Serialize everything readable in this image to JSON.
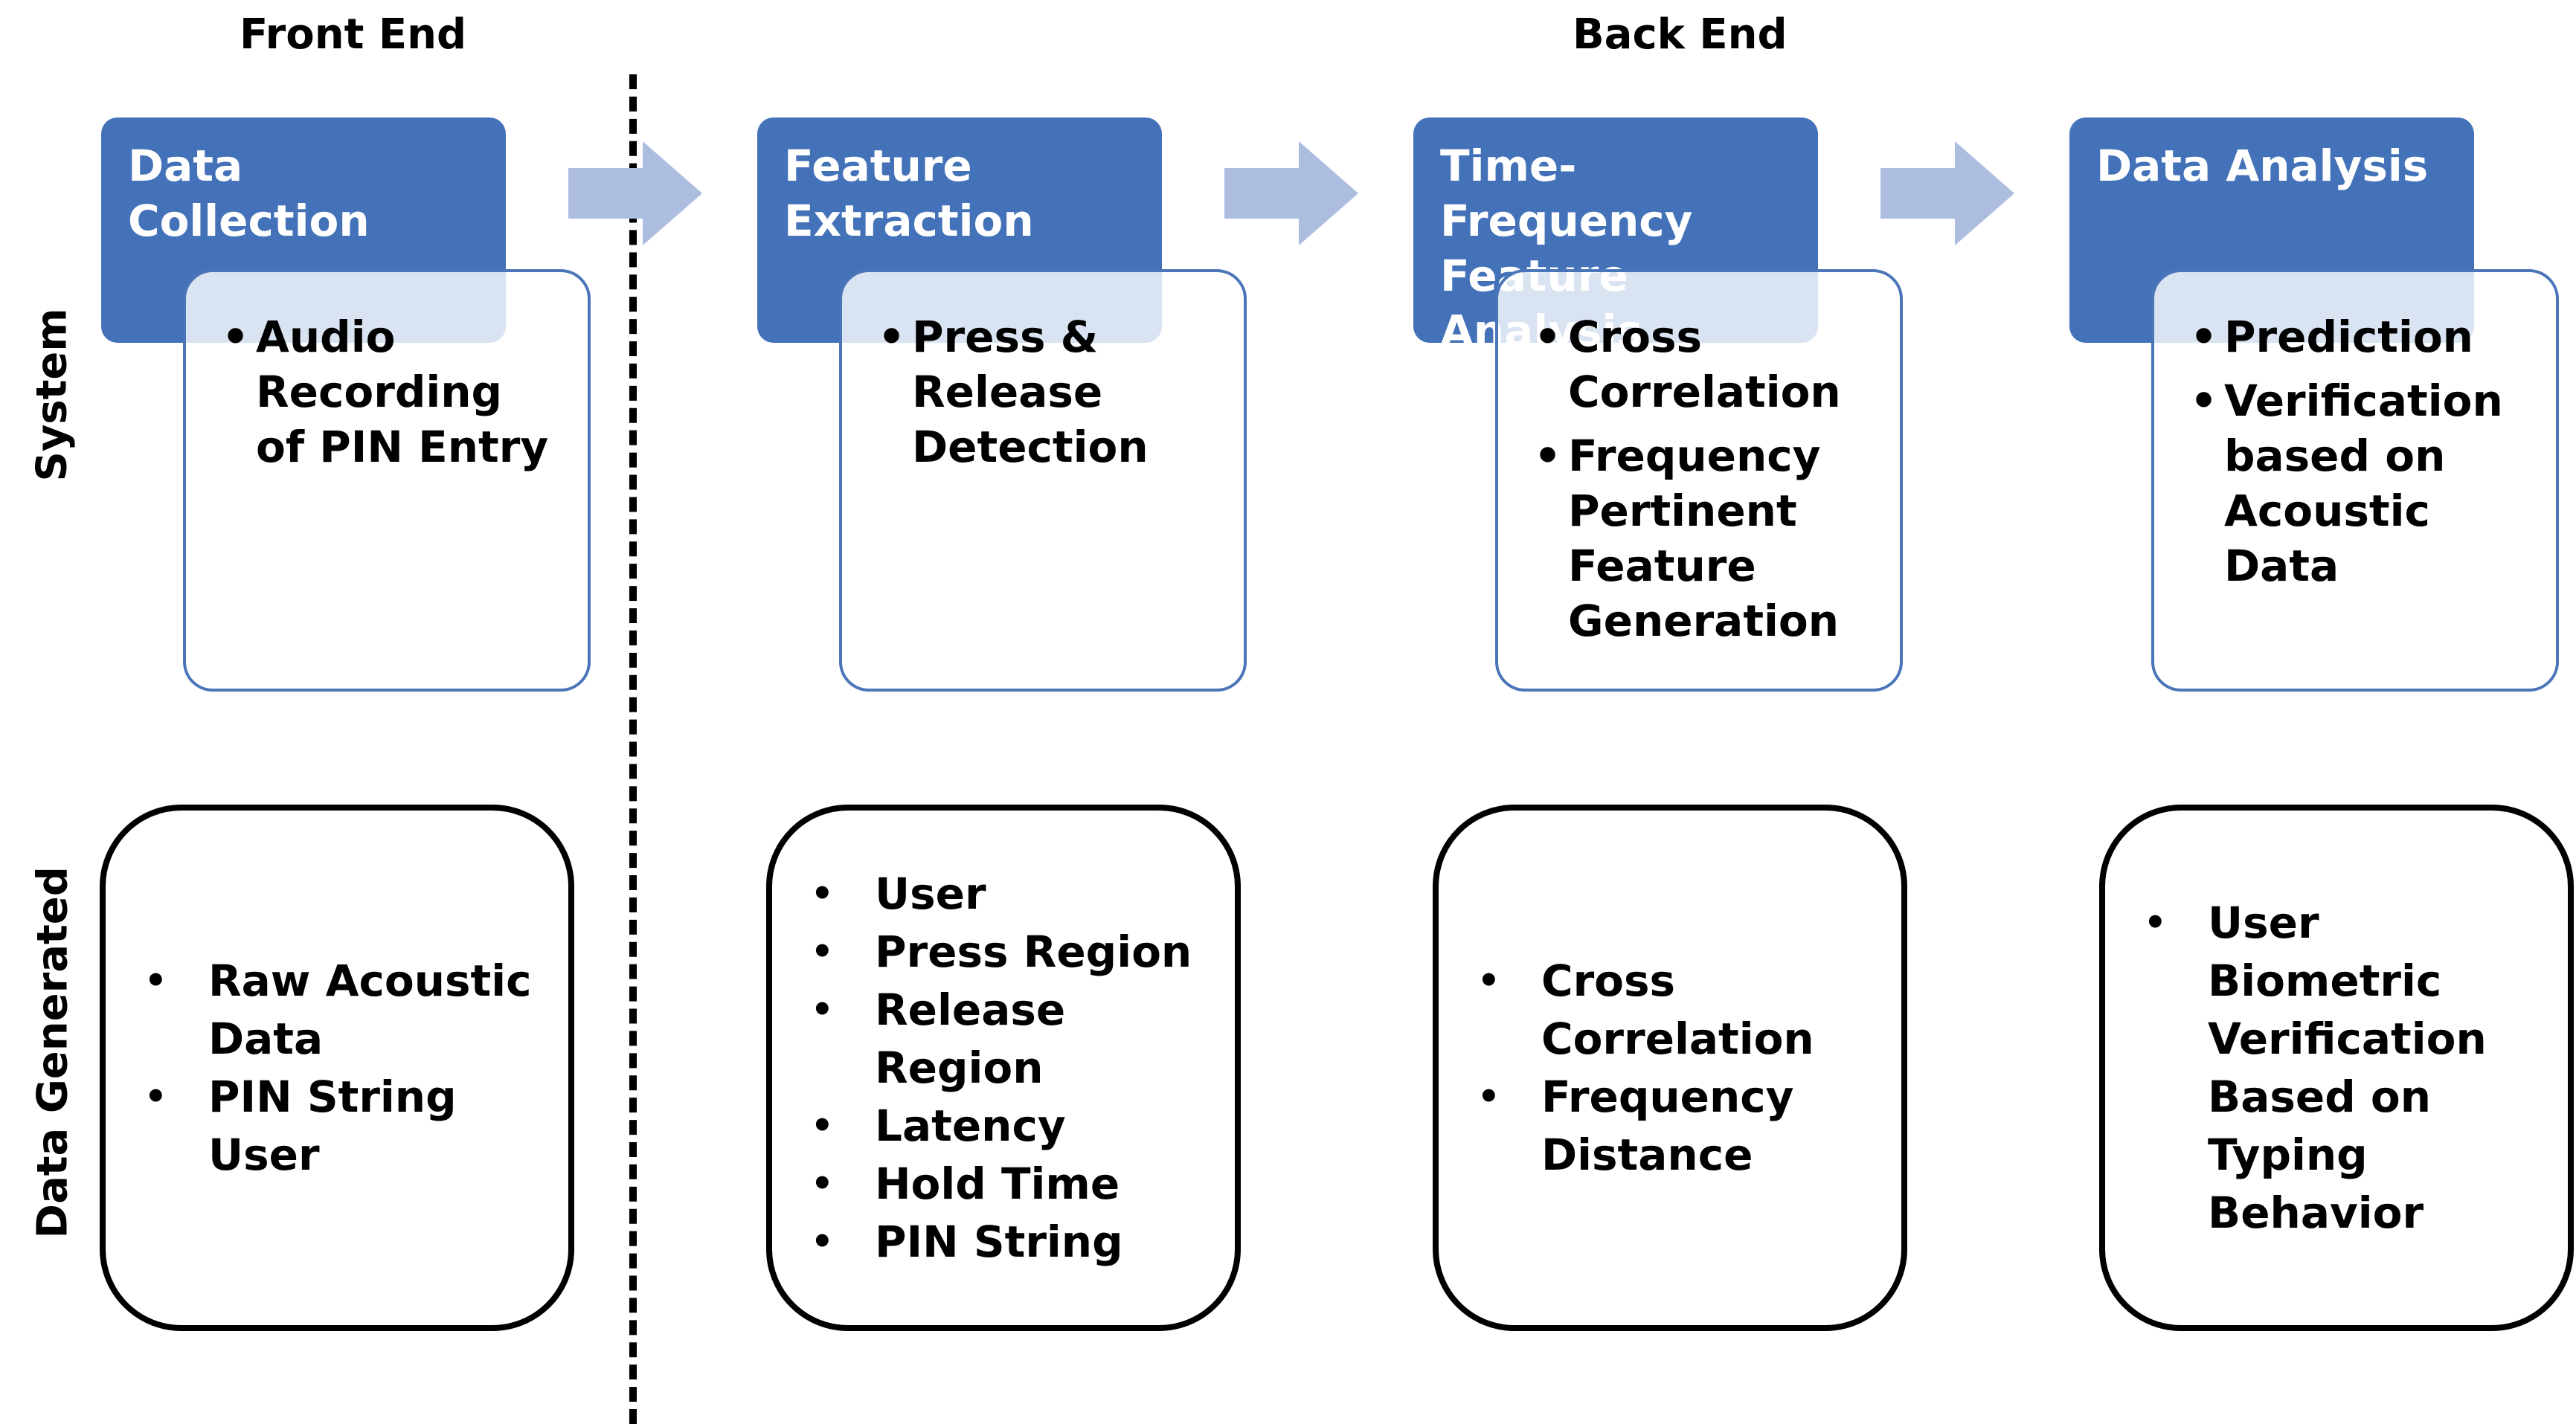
{
  "headers": {
    "front_end": "Front End",
    "back_end": "Back End"
  },
  "rows": {
    "system": "System",
    "data_generated": "Data Generated"
  },
  "colors": {
    "stage_header": "#4472b9",
    "stage_border": "#4a75b8",
    "arrow": "#adbde0"
  },
  "stages": [
    {
      "title": "Data Collection",
      "items": [
        "Audio Recording of PIN Entry"
      ]
    },
    {
      "title": "Feature Extraction",
      "items": [
        "Press & Release Detection"
      ]
    },
    {
      "title": "Time-Frequency Feature Analysis",
      "items": [
        "Cross Correlation",
        "Frequency Pertinent Feature Generation"
      ]
    },
    {
      "title": "Data Analysis",
      "items": [
        "Prediction",
        "Verification based on Acoustic Data"
      ]
    }
  ],
  "data_generated": [
    {
      "items": [
        "Raw Acoustic Data",
        "PIN String User"
      ]
    },
    {
      "items": [
        "User",
        "Press Region",
        "Release Region",
        "Latency",
        "Hold Time",
        "PIN String"
      ]
    },
    {
      "items": [
        "Cross Correlation",
        "Frequency Distance"
      ]
    },
    {
      "items": [
        "User Biometric Verification Based on Typing Behavior"
      ]
    }
  ]
}
